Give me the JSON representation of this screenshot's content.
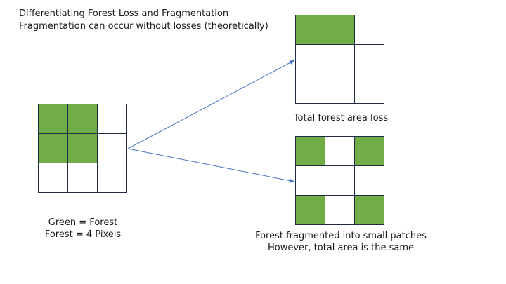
{
  "title": {
    "line1": "Differentiating Forest Loss and Fragmentation",
    "line2": "Fragmentation can occur without losses (theoretically)"
  },
  "colors": {
    "forest": "#70ad47",
    "empty": "#ffffff",
    "grid_line": "#1f2a44",
    "arrow": "#4472c4"
  },
  "grids": {
    "original": [
      1,
      1,
      0,
      1,
      1,
      0,
      0,
      0,
      0
    ],
    "loss": [
      1,
      1,
      0,
      0,
      0,
      0,
      0,
      0,
      0
    ],
    "fragmented": [
      1,
      0,
      1,
      0,
      0,
      0,
      1,
      0,
      1
    ]
  },
  "captions": {
    "original": {
      "line1": "Green = Forest",
      "line2": "Forest = 4 Pixels"
    },
    "loss": "Total forest area loss",
    "fragmented": {
      "line1": "Forest fragmented into small patches",
      "line2": "However, total area is the same"
    }
  }
}
